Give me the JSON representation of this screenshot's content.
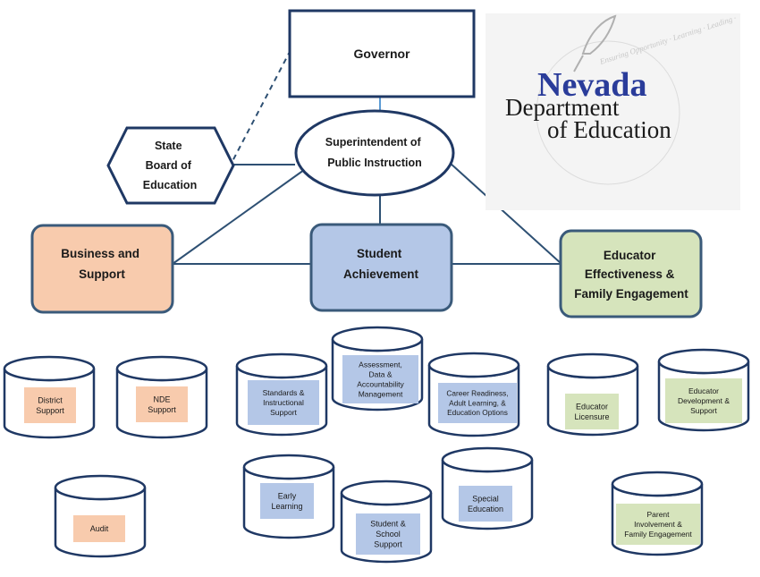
{
  "governor": "Governor",
  "superintendent": [
    "Superintendent of",
    "Public Instruction"
  ],
  "state_board": [
    "State",
    "Board of",
    "Education"
  ],
  "divisions": {
    "business": [
      "Business and",
      "Support"
    ],
    "student": [
      "Student",
      "Achievement"
    ],
    "educator": [
      "Educator",
      "Effectiveness &",
      "Family Engagement"
    ]
  },
  "offices": {
    "district_support": [
      "District",
      "Support"
    ],
    "nde_support": [
      "NDE",
      "Support"
    ],
    "audit": [
      "Audit"
    ],
    "standards": [
      "Standards &",
      "Instructional",
      "Support"
    ],
    "assessment": [
      "Assessment,",
      "Data &",
      "Accountability",
      "Management"
    ],
    "career": [
      "Career Readiness,",
      "Adult Learning, &",
      "Education Options"
    ],
    "early_learning": [
      "Early",
      "Learning"
    ],
    "student_school": [
      "Student &",
      "School",
      "Support"
    ],
    "special_ed": [
      "Special",
      "Education"
    ],
    "educator_licensure": [
      "Educator",
      "Licensure"
    ],
    "educator_dev": [
      "Educator",
      "Development &",
      "Support"
    ],
    "parent": [
      "Parent",
      "Involvement &",
      "Family Engagement"
    ]
  },
  "logo": {
    "nevada": "Nevada",
    "department": "Department",
    "of_education": "of Education",
    "ring": "Ensuring Opportunity · Learning · Leading ·"
  },
  "colors": {
    "line": "#2e5073",
    "business_fill": "#f8cbad",
    "student_fill": "#b4c7e7",
    "educator_fill": "#d6e4bc",
    "border": "#3a5a7a"
  }
}
